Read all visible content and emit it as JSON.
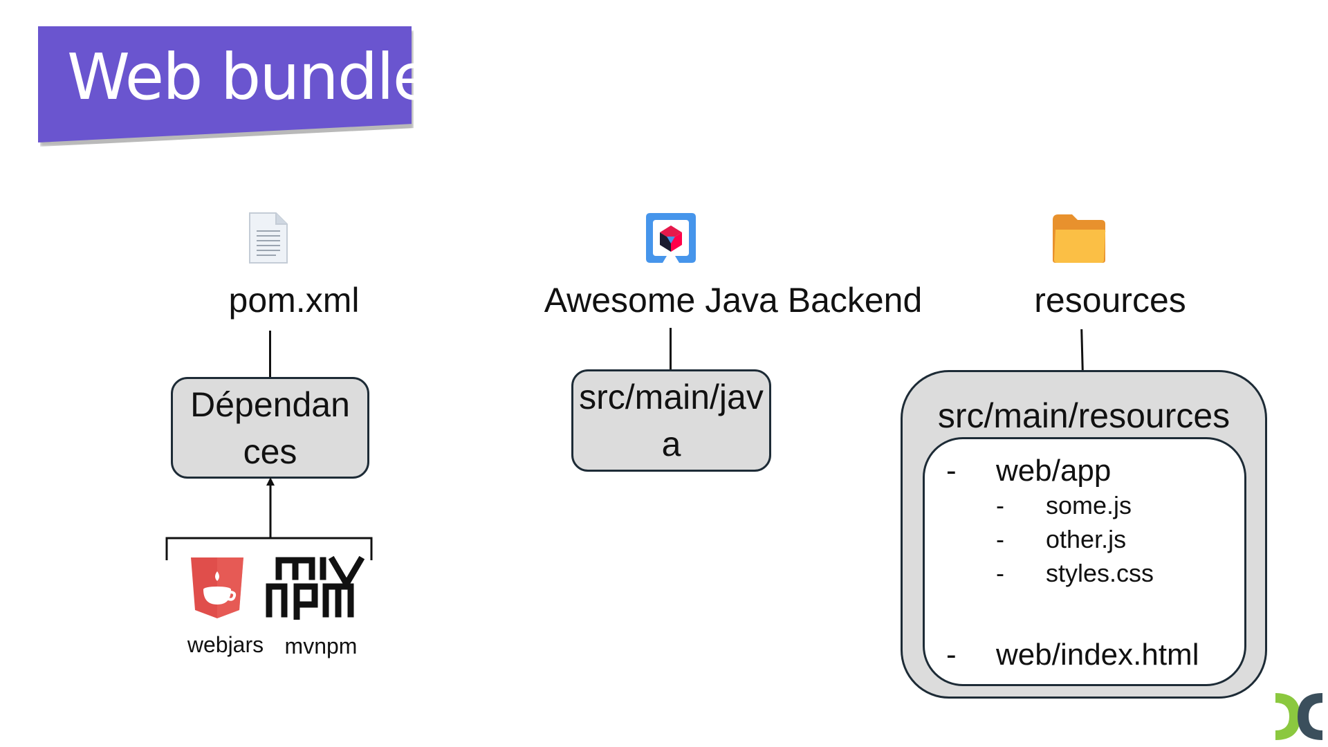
{
  "title": "Web bundler",
  "columns": {
    "pom": {
      "icon": "document-icon",
      "label": "pom.xml",
      "box_text": "Dépendan ces",
      "sources": [
        {
          "label": "webjars",
          "icon": "webjars-logo-icon"
        },
        {
          "label": "mvnpm",
          "icon": "mvnpm-logo-icon"
        }
      ]
    },
    "backend": {
      "icon": "quarkus-logo-icon",
      "label": "Awesome Java Backend",
      "box_text": "src/main/java"
    },
    "resources": {
      "icon": "folder-icon",
      "label": "resources",
      "box_title": "src/main/resources",
      "tree": {
        "dash": "-",
        "app_folder": "web/app",
        "app_files": [
          "some.js",
          "other.js",
          "styles.css"
        ],
        "index_file": "web/index.html"
      }
    }
  },
  "colors": {
    "banner": "#6a55cf",
    "box_fill": "#dcdcdc",
    "box_border": "#1d2b36",
    "webjars_red": "#e04e4b"
  },
  "corner_logo": "devoxx-logo-icon"
}
